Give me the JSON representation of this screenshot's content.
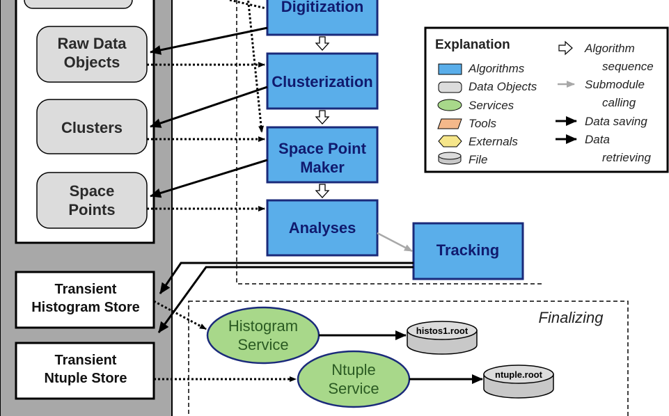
{
  "data_objects": {
    "partial_top": "",
    "raw_data_line1": "Raw Data",
    "raw_data_line2": "Objects",
    "clusters": "Clusters",
    "space_points_line1": "Space",
    "space_points_line2": "Points"
  },
  "stores": {
    "histogram_line1": "Transient",
    "histogram_line2": "Histogram Store",
    "ntuple_line1": "Transient",
    "ntuple_line2": "Ntuple Store"
  },
  "algorithms": {
    "digitization": "Digitization",
    "clusterization": "Clusterization",
    "space_point_line1": "Space Point",
    "space_point_line2": "Maker",
    "analyses": "Analyses",
    "tracking": "Tracking"
  },
  "services": {
    "histogram_line1": "Histogram",
    "histogram_line2": "Service",
    "ntuple_line1": "Ntuple",
    "ntuple_line2": "Service"
  },
  "files": {
    "histos": "histos1.root",
    "ntuple": "ntuple.root"
  },
  "finalizing_label": "Finalizing",
  "legend": {
    "title": "Explanation",
    "algorithms": "Algorithms",
    "data_objects": "Data Objects",
    "services": "Services",
    "tools": "Tools",
    "externals": "Externals",
    "file": "File",
    "algorithm_seq_line1": "Algorithm",
    "algorithm_seq_line2": "sequence",
    "submodule_line1": "Submodule",
    "submodule_line2": "calling",
    "data_saving": "Data saving",
    "data_retrieving_line1": "Data",
    "data_retrieving_line2": "retrieving"
  },
  "colors": {
    "algorithm_fill": "#5aaeea",
    "algorithm_stroke": "#1a2a7a",
    "algorithm_text": "#101a6e",
    "data_object_fill": "#dcdcdc",
    "service_fill": "#a8d88a",
    "service_text": "#2a5a22",
    "tool_fill": "#f4b88a",
    "external_fill": "#f6e68a",
    "file_fill": "#c8c8c8",
    "store_frame": "#a8a8a8"
  }
}
